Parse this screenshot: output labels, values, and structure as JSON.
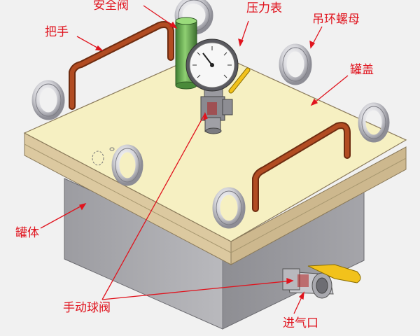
{
  "diagram": {
    "labels": {
      "safety_valve": "安全阀",
      "pressure_gauge": "压力表",
      "handle": "把手",
      "eye_bolt": "吊环螺母",
      "lid": "罐盖",
      "body": "罐体",
      "ball_valve": "手动球阀",
      "inlet": "进气口"
    }
  },
  "colors": {
    "label": "#e0141e",
    "leader": "#e0141e",
    "lid": "#f6f0c2",
    "flange": "#dcc9a0",
    "body": "#a9a9ad",
    "handle": "#a7461f",
    "cylinder": "#5fa54a",
    "valve_lever": "#f2c21b",
    "background": "#f1f1f1"
  }
}
